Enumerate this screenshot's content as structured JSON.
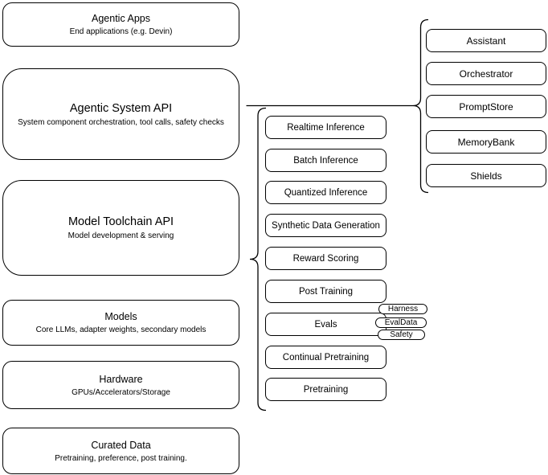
{
  "diagram": {
    "background": "#ffffff",
    "node_fill": "#ffffff",
    "stroke_color": "#000000",
    "text_color": "#000000"
  },
  "stack": {
    "items": [
      {
        "title": "Agentic Apps",
        "subtitle": "End applications (e.g. Devin)"
      },
      {
        "title": "Agentic System API",
        "subtitle": "System component orchestration, tool calls, safety checks"
      },
      {
        "title": "Model Toolchain API",
        "subtitle": "Model development & serving"
      },
      {
        "title": "Models",
        "subtitle": "Core LLMs, adapter weights, secondary models"
      },
      {
        "title": "Hardware",
        "subtitle": "GPUs/Accelerators/Storage"
      },
      {
        "title": "Curated Data",
        "subtitle": "Pretraining, preference, post training."
      }
    ]
  },
  "toolchain_group": {
    "items": [
      {
        "label": "Realtime Inference"
      },
      {
        "label": "Batch Inference"
      },
      {
        "label": "Quantized Inference"
      },
      {
        "label": "Synthetic Data Generation"
      },
      {
        "label": "Reward Scoring"
      },
      {
        "label": "Post Training"
      },
      {
        "label": "Evals"
      },
      {
        "label": "Continual Pretraining"
      },
      {
        "label": "Pretraining"
      }
    ],
    "evals_tags": [
      {
        "label": "Harness"
      },
      {
        "label": "EvalData"
      },
      {
        "label": "Safety"
      }
    ]
  },
  "system_group": {
    "items": [
      {
        "label": "Assistant"
      },
      {
        "label": "Orchestrator"
      },
      {
        "label": "PromptStore"
      },
      {
        "label": "MemoryBank"
      },
      {
        "label": "Shields"
      }
    ]
  }
}
